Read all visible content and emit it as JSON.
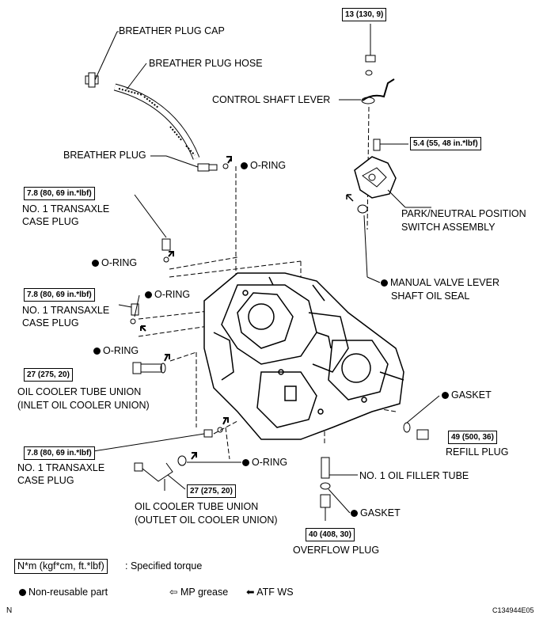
{
  "labels": {
    "breather_plug_cap": "BREATHER PLUG CAP",
    "breather_plug_hose": "BREATHER PLUG HOSE",
    "breather_plug": "BREATHER PLUG",
    "o_ring": "O-RING",
    "control_shaft_lever": "CONTROL SHAFT LEVER",
    "park_neutral_1": "PARK/NEUTRAL POSITION",
    "park_neutral_2": "SWITCH ASSEMBLY",
    "manual_valve_1": "MANUAL VALVE LEVER",
    "manual_valve_2": "SHAFT OIL SEAL",
    "case_plug_1": "NO. 1 TRANSAXLE",
    "case_plug_2": "CASE PLUG",
    "oil_cooler_inlet_1": "OIL COOLER TUBE UNION",
    "oil_cooler_inlet_2": "(INLET OIL COOLER UNION)",
    "oil_cooler_outlet_1": "OIL COOLER TUBE UNION",
    "oil_cooler_outlet_2": "(OUTLET OIL COOLER UNION)",
    "gasket": "GASKET",
    "refill_plug": "REFILL PLUG",
    "filler_tube": "NO. 1 OIL FILLER TUBE",
    "overflow_plug": "OVERFLOW PLUG"
  },
  "torques": {
    "t13": "13 (130, 9)",
    "t54": "5.4 (55, 48 in.*lbf)",
    "t78": "7.8 (80, 69 in.*lbf)",
    "t27": "27 (275, 20)",
    "t49": "49 (500, 36)",
    "t40": "40 (408, 30)"
  },
  "legend": {
    "unit_box": "N*m (kgf*cm, ft.*lbf)",
    "unit_text": ": Specified torque",
    "non_reusable": "Non-reusable part",
    "mp_grease": "MP grease",
    "atf_ws": "ATF WS",
    "corner_n": "N",
    "code": "C134944E05"
  }
}
